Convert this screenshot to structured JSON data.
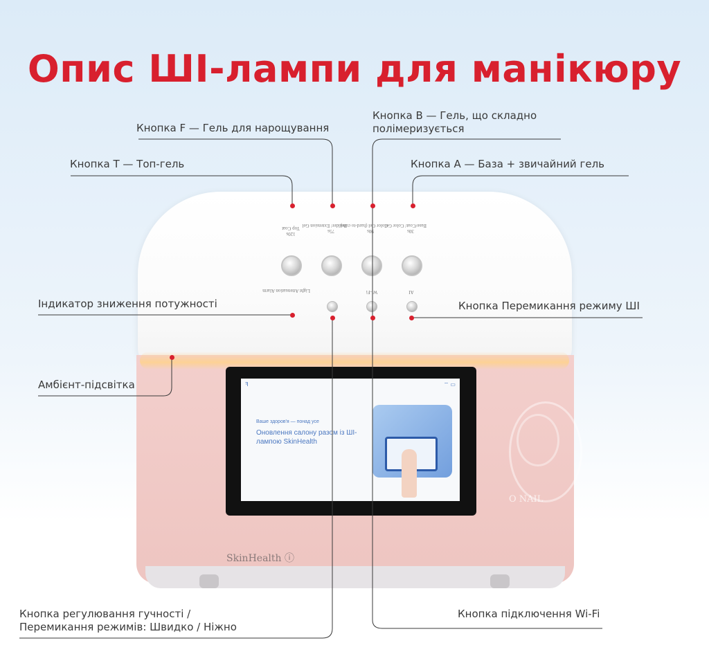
{
  "title": "Опис ШІ-лампи для манікюру",
  "callouts": {
    "button_f": "Кнопка F — Гель для нарощування",
    "button_b_line1": "Кнопка B — Гель, що складно",
    "button_b_line2": "полімеризується",
    "button_t": "Кнопка T — Топ-гель",
    "button_a": "Кнопка A — База + звичайний гель",
    "power_indicator": "Індикатор зниження потужності",
    "ai_mode_button": "Кнопка Перемикання режиму ШІ",
    "ambient_light": "Амбієнт-підсвітка",
    "volume_button_line1": "Кнопка регулювання гучності /",
    "volume_button_line2": "Перемикання режимів: Швидко / Ніжно",
    "wifi_button": "Кнопка підключення Wi-Fi"
  },
  "device": {
    "btn_labels": [
      {
        "time": "120s",
        "name": "Top Coat"
      },
      {
        "time": "75s",
        "name": "Builder/ Extension Gel"
      },
      {
        "time": "90s",
        "name": "Color Gel (hard-to cure)"
      },
      {
        "time": "30s",
        "name": "Base/Coat/ Color Gel"
      }
    ],
    "small_labels": {
      "alarm": "Light Attenuation Alarm",
      "wifi": "Wi-Fi",
      "ai": "AI"
    },
    "brand": "SkinHealth ⓘ",
    "side_mark": "O NAIL"
  },
  "screen": {
    "logo": "ꟻ",
    "status": "⌔ ▭",
    "subtitle": "Ваше здоров'я — понад усе",
    "headline": "Оновлення салону разом із ШІ-лампою SkinHealth"
  },
  "colors": {
    "accent": "#d8202e",
    "lamp_pink": "#f0c8c4",
    "screen_text": "#4a77c0"
  }
}
